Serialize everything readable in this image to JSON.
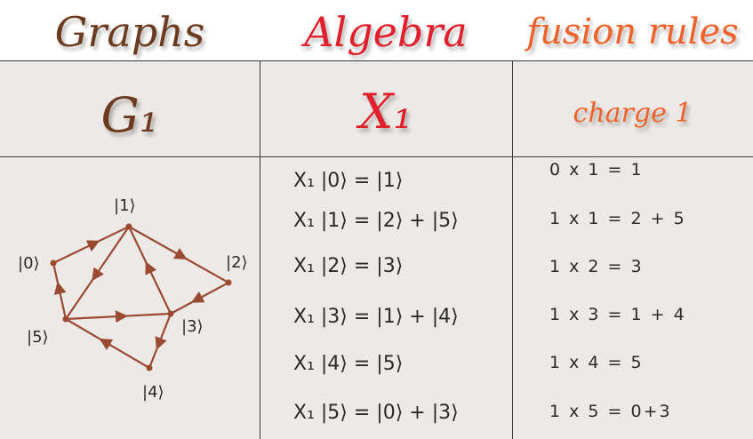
{
  "colors": {
    "graphs": "#6b3a1f",
    "algebra": "#e0202a",
    "fusion": "#f0622a",
    "edge": "#9a4a30",
    "table_bg": "#ece9e6"
  },
  "headers": {
    "graphs": {
      "title": "Graphs",
      "subtitle": "G₁"
    },
    "algebra": {
      "title": "Algebra",
      "subtitle": "X₁"
    },
    "fusion": {
      "title": "fusion rules",
      "subtitle": "charge 1"
    }
  },
  "graph": {
    "nodes": [
      {
        "id": "0",
        "label": "|0⟩"
      },
      {
        "id": "1",
        "label": "|1⟩"
      },
      {
        "id": "2",
        "label": "|2⟩"
      },
      {
        "id": "3",
        "label": "|3⟩"
      },
      {
        "id": "4",
        "label": "|4⟩"
      },
      {
        "id": "5",
        "label": "|5⟩"
      }
    ],
    "edges": [
      {
        "from": "0",
        "to": "1"
      },
      {
        "from": "1",
        "to": "2"
      },
      {
        "from": "1",
        "to": "5"
      },
      {
        "from": "2",
        "to": "3"
      },
      {
        "from": "3",
        "to": "1"
      },
      {
        "from": "3",
        "to": "4"
      },
      {
        "from": "4",
        "to": "5"
      },
      {
        "from": "5",
        "to": "0"
      },
      {
        "from": "5",
        "to": "3"
      }
    ]
  },
  "equations": [
    "X₁ |0⟩ = |1⟩",
    "X₁ |1⟩ = |2⟩ + |5⟩",
    "X₁ |2⟩ = |3⟩",
    "X₁ |3⟩ = |1⟩ + |4⟩",
    "X₁ |4⟩ = |5⟩",
    "X₁ |5⟩ = |0⟩ + |3⟩"
  ],
  "fusion_rules": [
    "0 x 1 = 1",
    "1 x 1 = 2 + 5",
    "1 x 2 = 3",
    "1 x 3 = 1 + 4",
    "1 x 4 = 5",
    "1 x 5 = 0+3"
  ]
}
